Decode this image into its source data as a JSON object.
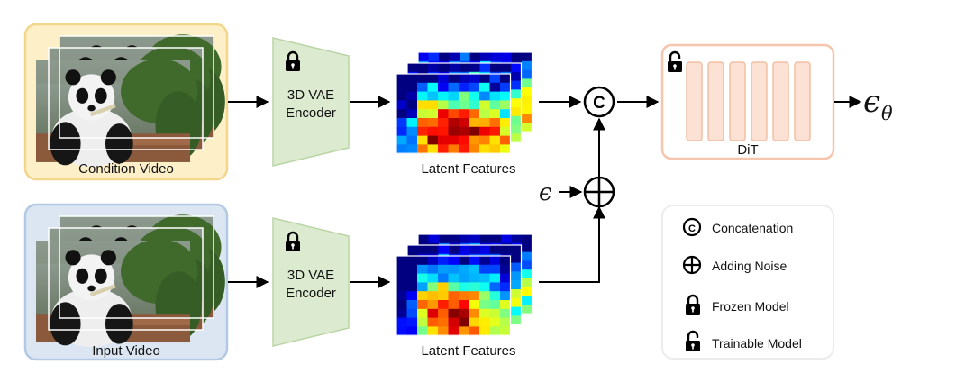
{
  "condition_panel": {
    "label": "Condition Video",
    "fill": "#FDF0C8",
    "stroke": "#F4D58C"
  },
  "input_panel": {
    "label": "Input Video",
    "fill": "#DCE6F2",
    "stroke": "#B3C9E3"
  },
  "encoder": {
    "line1": "3D VAE",
    "line2": "Encoder",
    "fill": "#DCEBD0",
    "stroke": "#BBD5A7"
  },
  "latents": {
    "label": "Latent Features"
  },
  "ops": {
    "concat_symbol": "C"
  },
  "noise": {
    "symbol": "ϵ"
  },
  "dit": {
    "label": "DiT",
    "stroke": "#F3C6AD",
    "block_fill": "#FBE2D4",
    "block_stroke": "#F2BFA3"
  },
  "output": {
    "symbol": "ϵ",
    "subscript": "θ"
  },
  "legend": {
    "concatenation": "Concatenation",
    "adding_noise": "Adding Noise",
    "frozen_model": "Frozen Model",
    "trainable_model": "Trainable Model"
  }
}
